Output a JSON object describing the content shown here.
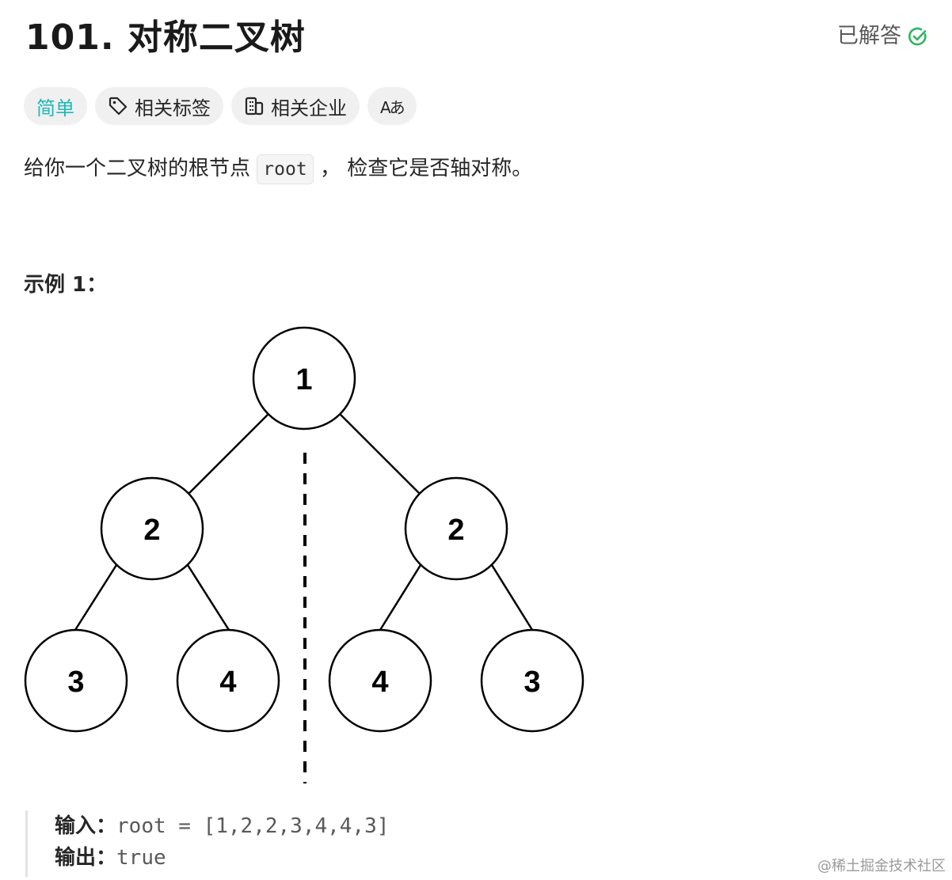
{
  "problem": {
    "title": "101. 对称二叉树",
    "status_label": "已解答",
    "status_color": "#2db55d"
  },
  "tags": {
    "difficulty": "简单",
    "related_tags": "相关标签",
    "related_companies": "相关企业",
    "translate_icon": "Aあ"
  },
  "description": {
    "prefix": "给你一个二叉树的根节点",
    "code": "root",
    "suffix": "， 检查它是否轴对称。"
  },
  "example": {
    "title": "示例 1：",
    "input_label": "输入：",
    "input_value": "root = [1,2,2,3,4,4,3]",
    "output_label": "输出：",
    "output_value": "true"
  },
  "tree": {
    "nodes": [
      "1",
      "2",
      "2",
      "3",
      "4",
      "4",
      "3"
    ]
  },
  "watermark": "@稀土掘金技术社区"
}
